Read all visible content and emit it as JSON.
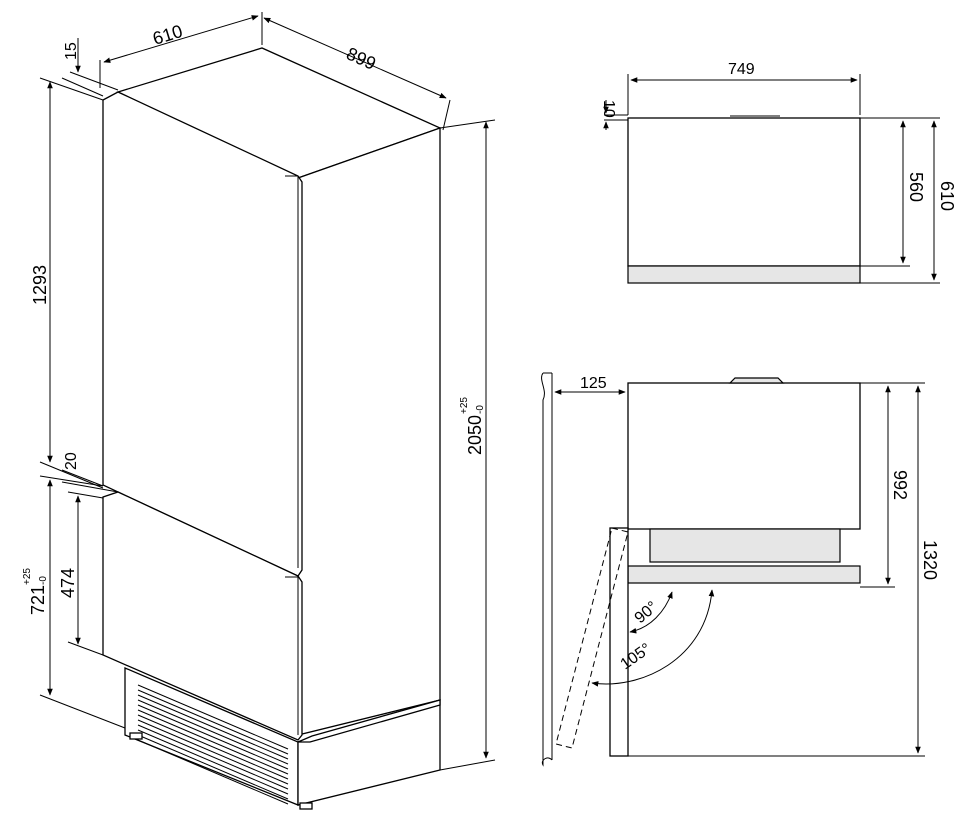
{
  "dimensions": {
    "width_610": "610",
    "depth_899": "899",
    "top_gap": "15",
    "upper_height": "1293",
    "mid_gap": "20",
    "total_height": "2050",
    "total_height_tol_plus": "+25",
    "total_height_tol_minus": "-0",
    "lower_height": "721",
    "lower_height_tol_plus": "+25",
    "lower_height_tol_minus": "-0",
    "drawer_height": "474",
    "top_width": "749",
    "top_offset": "10",
    "top_depth_560": "560",
    "top_depth_610": "610",
    "door_clearance": "125",
    "side_depth": "992",
    "side_total": "1320",
    "angle_90": "90°",
    "angle_105": "105°"
  },
  "colors": {
    "stroke": "#000000",
    "panel_gray": "#e6e6e6",
    "background": "#ffffff"
  }
}
